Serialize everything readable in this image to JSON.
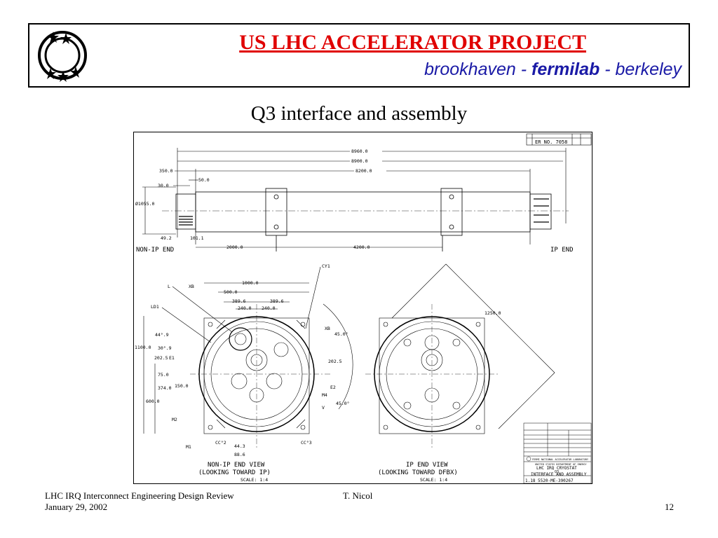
{
  "header": {
    "title": "US LHC ACCELERATOR PROJECT",
    "lab1": "brookhaven",
    "sep1": " - ",
    "lab2": "fermilab",
    "sep2": " - ",
    "lab3": "berkeley"
  },
  "slide_title": "Q3 interface and assembly",
  "drawing": {
    "er_no": "ER NO. 7058",
    "dims_top": [
      "8960.0",
      "8900.0",
      "8200.0",
      "350.0",
      "50.0",
      "30.0",
      "Ø1055.0",
      "49.2",
      "101.1",
      "2000.0",
      "4200.0"
    ],
    "view_left_label": "NON-IP END",
    "view_right_label": "IP END",
    "left_view_dims": [
      "1000.0",
      "500.0",
      "389.6",
      "389.6",
      "240.0",
      "240.0",
      "44°.9",
      "1100.0",
      "30°.9",
      "202.5",
      "75.0",
      "374.0",
      "150.0",
      "600.0",
      "202.5",
      "45.0°",
      "45.0°",
      "44.3",
      "88.6"
    ],
    "left_view_callouts": [
      "CY1",
      "L",
      "XB",
      "LD1",
      "XB",
      "E1",
      "E2",
      "M4",
      "V",
      "M2",
      "M1",
      "CC°2",
      "CC°3"
    ],
    "right_view_dim": "1250.0",
    "left_caption_1": "NON-IP END VIEW",
    "left_caption_2": "(LOOKING TOWARD IP)",
    "right_caption_1": "IP END VIEW",
    "right_caption_2": "(LOOKING TOWARD DFBX)",
    "scale_label": "SCALE: 1:4",
    "title_block": {
      "lab_name": "FERMI NATIONAL ACCELERATOR LABORATORY",
      "dept": "UNITED STATES DEPARTMENT OF ENERGY",
      "line1": "LHC IRQ CRYOSTAT",
      "line2": "Q3",
      "line3": "INTERFACE AND ASSEMBLY",
      "dwg_no": "1.18 5520-ME-390267"
    }
  },
  "footer": {
    "left_line1": "LHC IRQ Interconnect Engineering Design Review",
    "left_line2": "January 29, 2002",
    "center": "T. Nicol",
    "page": "12"
  }
}
